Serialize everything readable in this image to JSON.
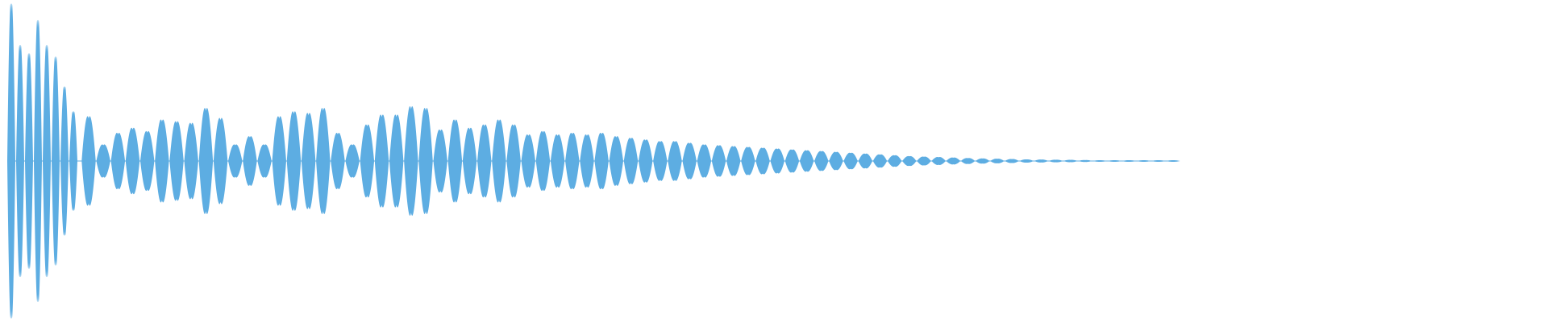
{
  "chart_data": {
    "type": "area",
    "title": "",
    "xlabel": "",
    "ylabel": "",
    "ylim": [
      -1,
      1
    ],
    "grid": false,
    "color": "#5dade2",
    "series": [
      {
        "peak_amplitudes": [
          0.95,
          0.7,
          0.65,
          0.85,
          0.7,
          0.63,
          0.45,
          0.3,
          0.27,
          0.1,
          0.17,
          0.2,
          0.18,
          0.25,
          0.24,
          0.23,
          0.32,
          0.26,
          0.1,
          0.15,
          0.1,
          0.27,
          0.3,
          0.29,
          0.32,
          0.17,
          0.1,
          0.22,
          0.28,
          0.28,
          0.33,
          0.32,
          0.19,
          0.25,
          0.2,
          0.22,
          0.25,
          0.22,
          0.16,
          0.18,
          0.16,
          0.17,
          0.16,
          0.17,
          0.15,
          0.14,
          0.13,
          0.12,
          0.12,
          0.11,
          0.1,
          0.095,
          0.09,
          0.085,
          0.08,
          0.075,
          0.07,
          0.065,
          0.06,
          0.055,
          0.05,
          0.045,
          0.04,
          0.035,
          0.03,
          0.027,
          0.024,
          0.021,
          0.018,
          0.016,
          0.014,
          0.012,
          0.01,
          0.009,
          0.008,
          0.007,
          0.006,
          0.005,
          0.005,
          0.004,
          0.004,
          0.003,
          0.003
        ]
      }
    ]
  }
}
